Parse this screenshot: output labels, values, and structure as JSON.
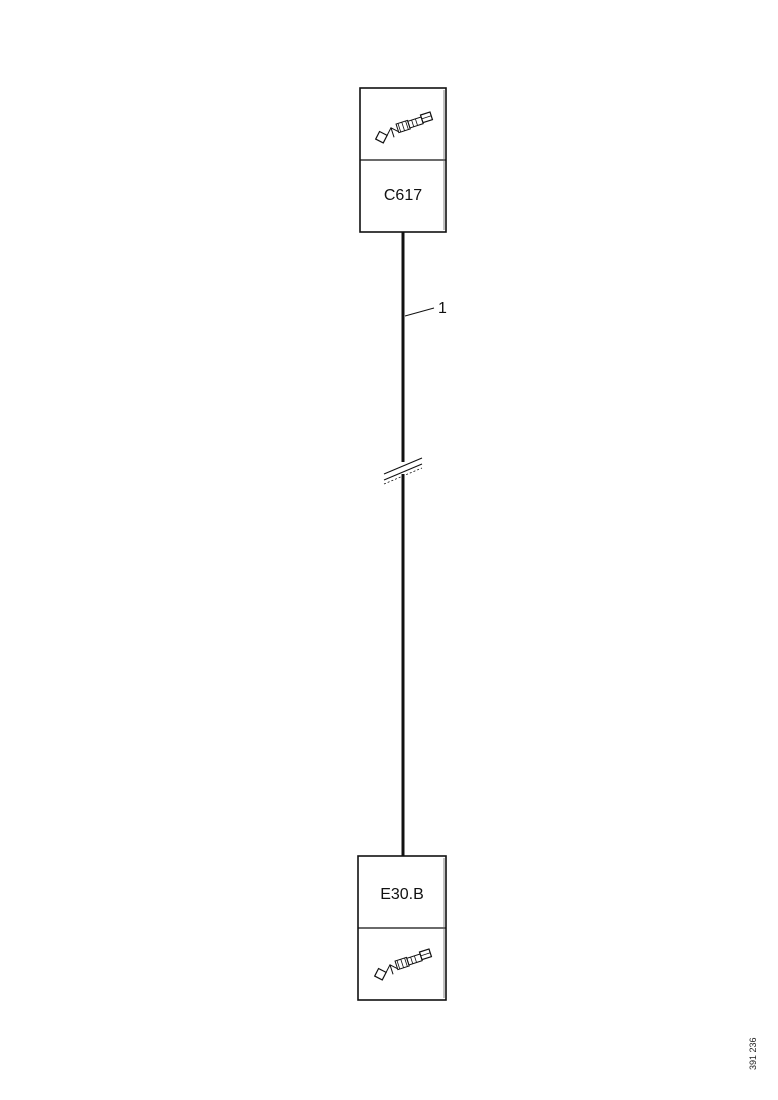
{
  "diagram": {
    "connectors": {
      "top": {
        "id": "C617"
      },
      "bottom": {
        "id": "E30.B"
      }
    },
    "wire": {
      "number": "1"
    },
    "figure_code": "391 236"
  },
  "icons": {
    "terminal": "terminal-pin-icon",
    "break": "wire-break-icon"
  }
}
